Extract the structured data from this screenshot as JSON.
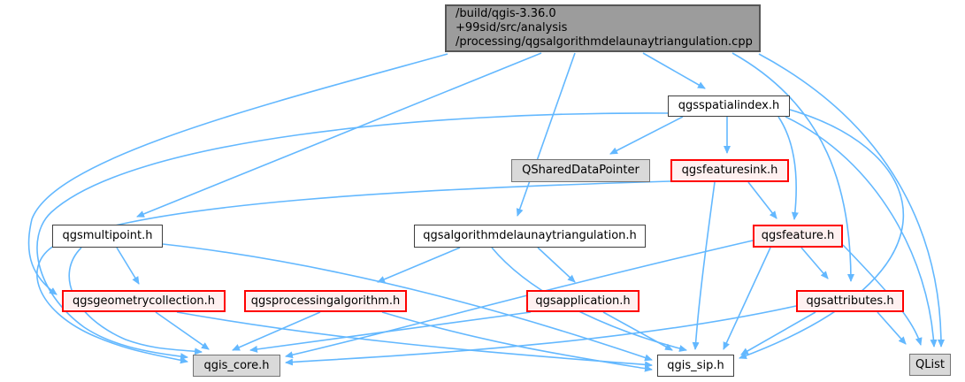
{
  "diagram": {
    "type": "include-dependency-graph",
    "edge_color": "#63B8FF",
    "colors": {
      "current_fill": "#9c9c9c",
      "current_border": "#565656",
      "header_fill": "#ffffff",
      "header_border": "#3f3f3f",
      "external_fill": "#d9d9d9",
      "external_border": "#747474",
      "truncated_fill": "#fff0f0",
      "truncated_border": "#ff0000"
    },
    "nodes": {
      "A": {
        "label": "/build/qgis-3.36.0\n+99sid/src/analysis\n/processing/qgsalgorithmdelaunaytriangulation.cpp",
        "type": "current"
      },
      "B": {
        "label": "qgsspatialindex.h",
        "type": "header"
      },
      "C": {
        "label": "QSharedDataPointer",
        "type": "external"
      },
      "D": {
        "label": "qgsfeaturesink.h",
        "type": "truncated"
      },
      "E": {
        "label": "qgsmultipoint.h",
        "type": "header"
      },
      "F": {
        "label": "qgsalgorithmdelaunaytriangulation.h",
        "type": "header"
      },
      "G": {
        "label": "qgsfeature.h",
        "type": "truncated"
      },
      "H": {
        "label": "qgsgeometrycollection.h",
        "type": "truncated"
      },
      "I": {
        "label": "qgsprocessingalgorithm.h",
        "type": "truncated"
      },
      "J": {
        "label": "qgsapplication.h",
        "type": "truncated"
      },
      "K": {
        "label": "qgsattributes.h",
        "type": "truncated"
      },
      "L": {
        "label": "qgis_core.h",
        "type": "external"
      },
      "M": {
        "label": "qgis_sip.h",
        "type": "header"
      },
      "N": {
        "label": "QList",
        "type": "external"
      }
    },
    "edges": [
      {
        "from": "A",
        "to": "B"
      },
      {
        "from": "A",
        "to": "E"
      },
      {
        "from": "A",
        "to": "F"
      },
      {
        "from": "A",
        "to": "H"
      },
      {
        "from": "A",
        "to": "K"
      },
      {
        "from": "A",
        "to": "N"
      },
      {
        "from": "B",
        "to": "C"
      },
      {
        "from": "B",
        "to": "D"
      },
      {
        "from": "B",
        "to": "G"
      },
      {
        "from": "B",
        "to": "L"
      },
      {
        "from": "B",
        "to": "M"
      },
      {
        "from": "B",
        "to": "N"
      },
      {
        "from": "D",
        "to": "G"
      },
      {
        "from": "D",
        "to": "L"
      },
      {
        "from": "D",
        "to": "M"
      },
      {
        "from": "E",
        "to": "H"
      },
      {
        "from": "E",
        "to": "L"
      },
      {
        "from": "E",
        "to": "M"
      },
      {
        "from": "F",
        "to": "I"
      },
      {
        "from": "F",
        "to": "J"
      },
      {
        "from": "F",
        "to": "M"
      },
      {
        "from": "G",
        "to": "K"
      },
      {
        "from": "G",
        "to": "L"
      },
      {
        "from": "G",
        "to": "M"
      },
      {
        "from": "G",
        "to": "N"
      },
      {
        "from": "H",
        "to": "L"
      },
      {
        "from": "H",
        "to": "M"
      },
      {
        "from": "I",
        "to": "L"
      },
      {
        "from": "I",
        "to": "M"
      },
      {
        "from": "J",
        "to": "L"
      },
      {
        "from": "J",
        "to": "M"
      },
      {
        "from": "K",
        "to": "L"
      },
      {
        "from": "K",
        "to": "M"
      },
      {
        "from": "K",
        "to": "N"
      }
    ]
  }
}
